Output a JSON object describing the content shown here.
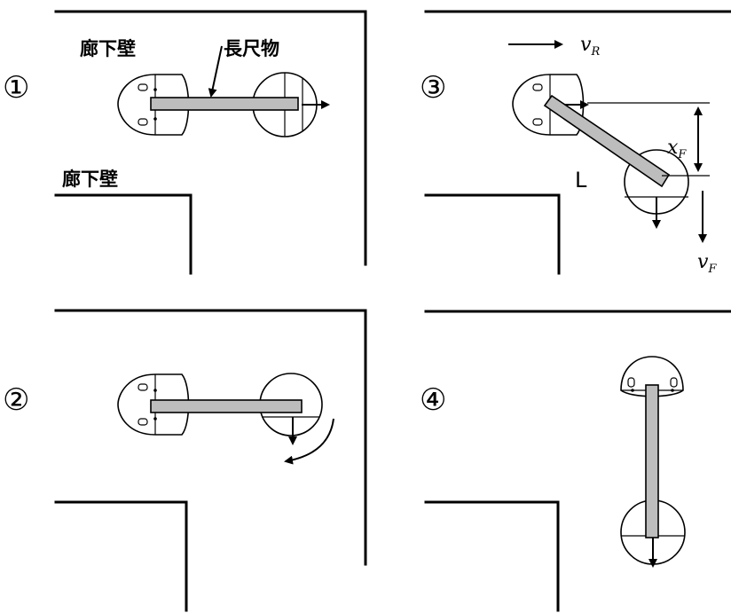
{
  "panels": {
    "p1": {
      "number": "①",
      "wall_label_top": "廊下壁",
      "object_label": "長尺物",
      "wall_label_bottom": "廊下壁"
    },
    "p2": {
      "number": "②"
    },
    "p3": {
      "number": "③",
      "vR": {
        "base": "v",
        "sub": "R"
      },
      "xF": {
        "base": "x",
        "sub": "F"
      },
      "vF": {
        "base": "v",
        "sub": "F"
      },
      "length_label": "L"
    },
    "p4": {
      "number": "④"
    }
  }
}
